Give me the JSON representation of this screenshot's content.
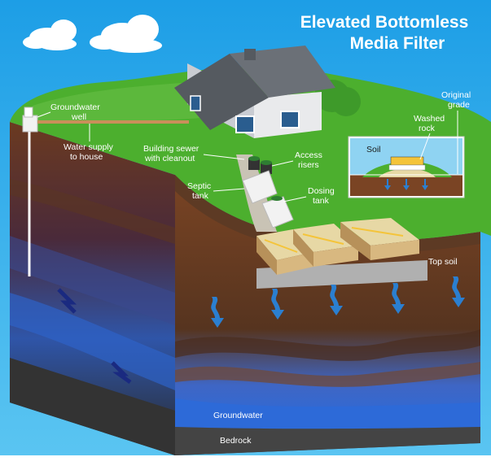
{
  "title": {
    "line1": "Elevated Bottomless",
    "line2": "Media Filter"
  },
  "labels": {
    "groundwater_well": {
      "line1": "Groundwater",
      "line2": "well"
    },
    "water_supply": {
      "line1": "Water supply",
      "line2": "to house"
    },
    "building_sewer": {
      "line1": "Building sewer",
      "line2": "with cleanout"
    },
    "access_risers": {
      "line1": "Access",
      "line2": "risers"
    },
    "septic_tank": {
      "line1": "Septic",
      "line2": "tank"
    },
    "dosing_tank": {
      "line1": "Dosing",
      "line2": "tank"
    },
    "top_soil": "Top soil",
    "groundwater": "Groundwater",
    "bedrock": "Bedrock",
    "original_grade": {
      "line1": "Original",
      "line2": "grade"
    },
    "washed_rock": {
      "line1": "Washed",
      "line2": "rock"
    },
    "soil": "Soil"
  },
  "colors": {
    "sky": "#22a7e8",
    "grass": "#4caf2e",
    "grass_light": "#6cc24a",
    "soil": "#7a4424",
    "soil_dark": "#4e2a18",
    "groundwater": "#2d6ad8",
    "bedrock": "#3d3d3d",
    "arrow": "#2b7fd0"
  }
}
